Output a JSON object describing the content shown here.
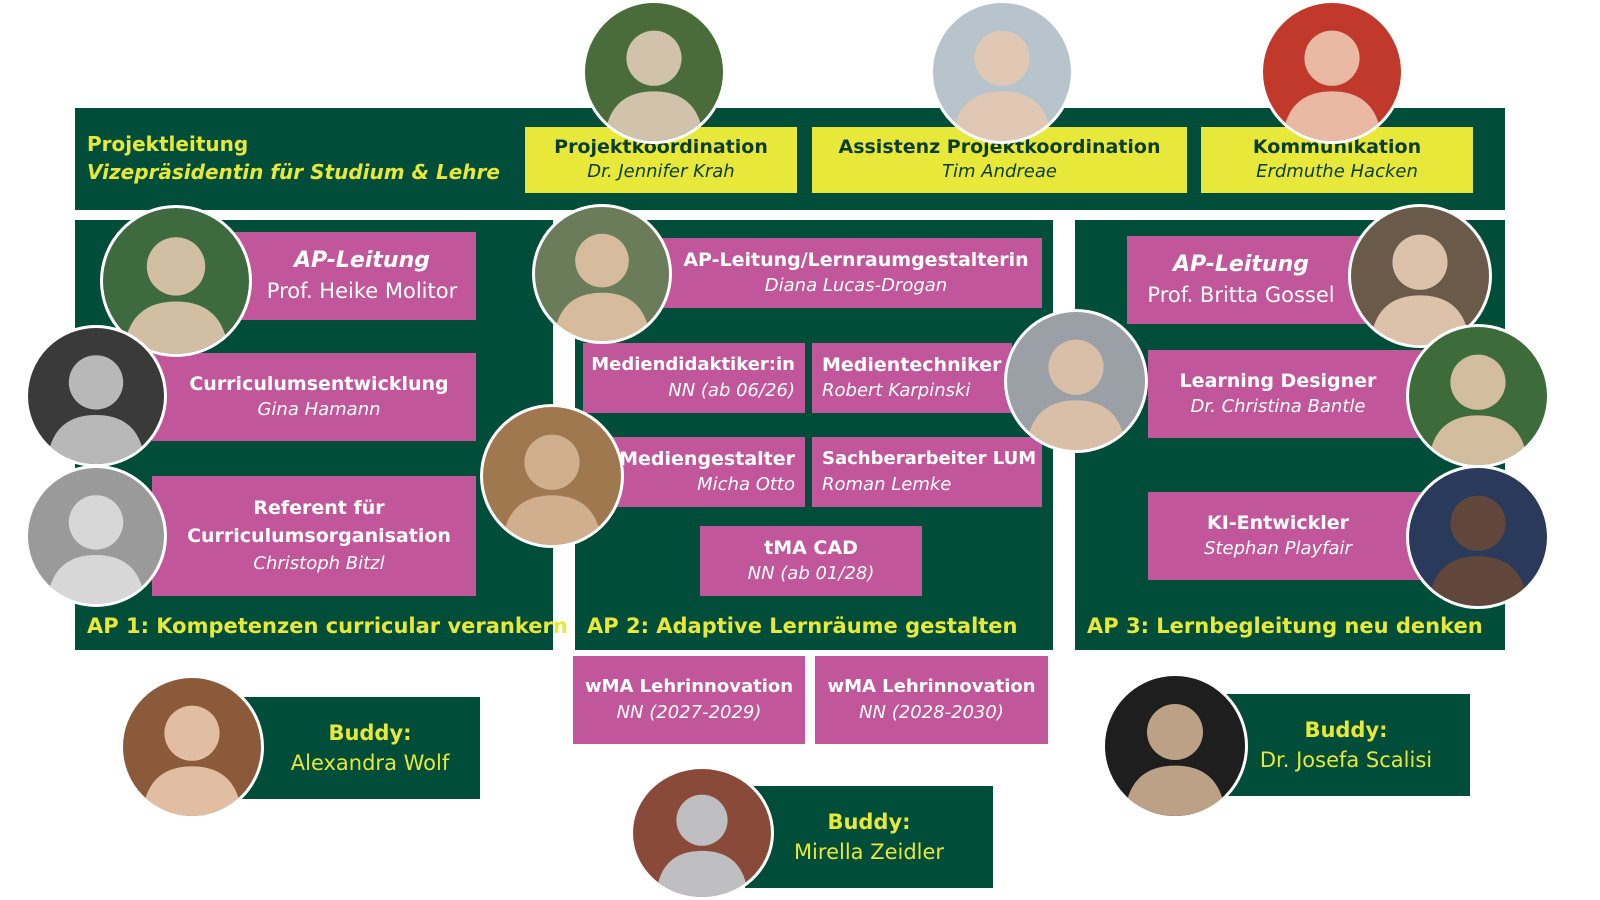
{
  "colors": {
    "green": "#004d3a",
    "yellow": "#e8e83a",
    "pink": "#c2569a",
    "white": "#ffffff"
  },
  "header": {
    "lead_title": "Projektleitung",
    "lead_subtitle": "Vizepräsidentin für Studium & Lehre",
    "boxes": [
      {
        "title": "Projektkoordination",
        "name": "Dr. Jennifer Krah"
      },
      {
        "title": "Assistenz Projektkoordination",
        "name": "Tim Andreae"
      },
      {
        "title": "Kommunikation",
        "name": "Erdmuthe Hacken"
      }
    ]
  },
  "ap1": {
    "title": "AP 1: Kompetenzen curricular verankern",
    "roles": [
      {
        "title": "AP-Leitung",
        "name": "Prof. Heike Molitor"
      },
      {
        "title": "Curriculumsentwicklung",
        "name": "Gina Hamann"
      },
      {
        "title_line1": "Referent für",
        "title_line2": "Curriculumsorganisation",
        "name": "Christoph Bitzl"
      }
    ]
  },
  "ap2": {
    "title": "AP 2: Adaptive Lernräume gestalten",
    "roles": [
      {
        "title": "AP-Leitung/Lernraumgestalterin",
        "name": "Diana Lucas-Drogan"
      },
      {
        "title": "Mediendidaktiker:in",
        "name": "NN (ab 06/26)"
      },
      {
        "title": "Medientechniker",
        "name": "Robert Karpinski"
      },
      {
        "title": "Mediengestalter",
        "name": "Micha Otto"
      },
      {
        "title": "Sachberarbeiter LUM",
        "name": "Roman Lemke"
      },
      {
        "title": "tMA CAD",
        "name": "NN (ab 01/28)"
      }
    ],
    "extra": [
      {
        "title": "wMA Lehrinnovation",
        "name": "NN (2027-2029)"
      },
      {
        "title": "wMA Lehrinnovation",
        "name": "NN (2028-2030)"
      }
    ]
  },
  "ap3": {
    "title": "AP 3: Lernbegleitung neu denken",
    "roles": [
      {
        "title": "AP-Leitung",
        "name": "Prof. Britta Gossel"
      },
      {
        "title": "Learning Designer",
        "name": "Dr. Christina Bantle"
      },
      {
        "title": "KI-Entwickler",
        "name": "Stephan Playfair"
      }
    ]
  },
  "buddies": [
    {
      "label": "Buddy:",
      "name": "Alexandra Wolf"
    },
    {
      "label": "Buddy:",
      "name": "Mirella Zeidler"
    },
    {
      "label": "Buddy:",
      "name": "Dr. Josefa Scalisi"
    }
  ]
}
